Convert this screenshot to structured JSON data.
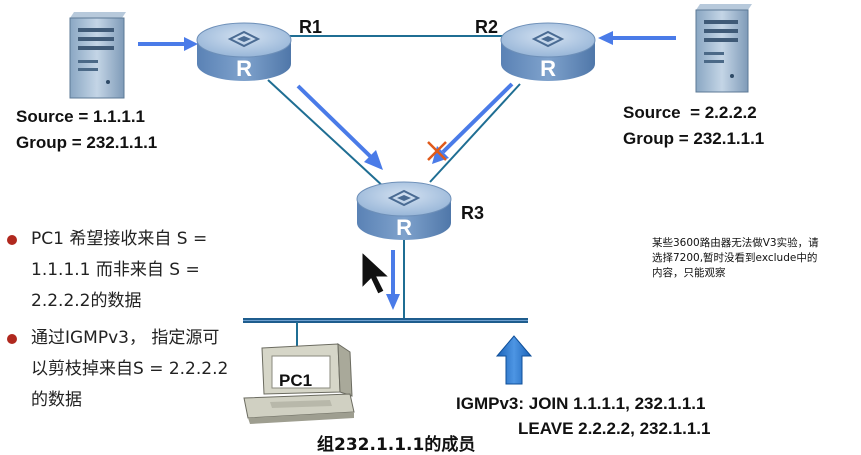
{
  "routers": {
    "r1": "R1",
    "r2": "R2",
    "r3": "R3",
    "router_glyph": "R"
  },
  "sources": {
    "left": {
      "source_label": "Source = 1.1.1.1",
      "group_label": "Group = 232.1.1.1"
    },
    "right": {
      "source_label": "Source  = 2.2.2.2",
      "group_label": "Group = 232.1.1.1"
    }
  },
  "bullets": [
    {
      "lines": [
        "PC1 希望接收来自     S =",
        "1.1.1.1 而非来自 S =",
        "2.2.2.2的数据"
      ]
    },
    {
      "lines": [
        "通过IGMPv3， 指定源可",
        "以剪枝掉来自S = 2.2.2.2",
        "的数据"
      ]
    }
  ],
  "note": {
    "lines": [
      "某些3600路由器无法做V3实验，请",
      "选择7200,暂时没看到exclude中的",
      "内容，只能观察"
    ]
  },
  "pc": {
    "label": "PC1",
    "member_label": "组232.1.1.1的成员"
  },
  "igmp": {
    "join": "IGMPv3: JOIN 1.1.1.1, 232.1.1.1",
    "leave": "LEAVE 2.2.2.2, 232.1.1.1"
  },
  "icons": {
    "server_left": "server-icon",
    "server_right": "server-icon",
    "router": "router-icon",
    "pc": "desktop-computer-icon",
    "prune": "cross-icon",
    "cursor": "mouse-pointer-icon"
  },
  "colors": {
    "arrow": "#4a7be8",
    "router_top": "#b3c9e4",
    "router_side": "#5f88bb",
    "lan": "#1f5d8e",
    "prune_mark": "#e05a1a",
    "bullet_dot": "#b0281e",
    "up_arrow": "#1e6fc9"
  }
}
